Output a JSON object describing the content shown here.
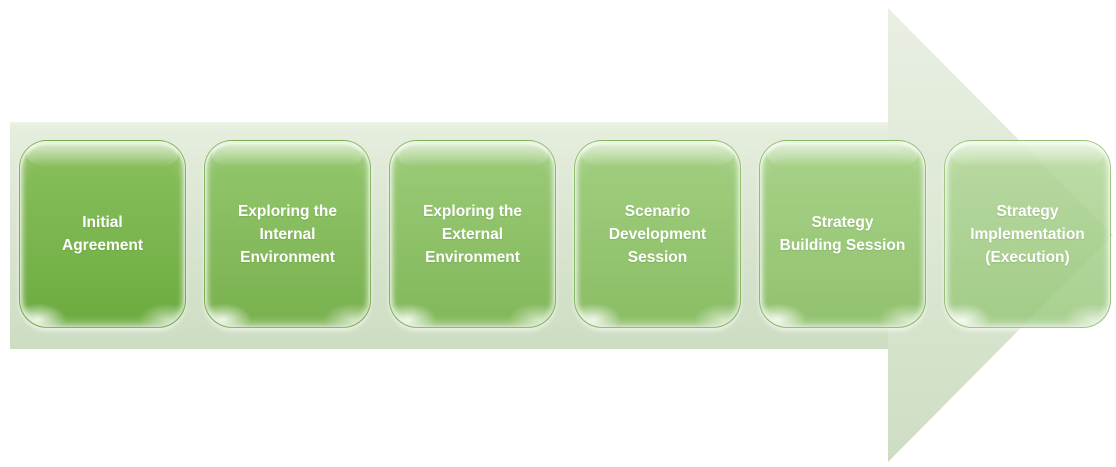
{
  "diagram": {
    "type": "process-arrow",
    "direction": "right",
    "colors": {
      "background": "#ffffff",
      "arrow_fill_top": "#e6eede",
      "arrow_fill_bottom": "#cdddc2",
      "step_text": "#ffffff"
    },
    "steps": [
      {
        "label": "Initial\nAgreement",
        "fill_top": "#8ac05e",
        "fill_bottom": "#6cab40"
      },
      {
        "label": "Exploring the\nInternal\nEnvironment",
        "fill_top": "#94c76e",
        "fill_bottom": "#79b14e"
      },
      {
        "label": "Exploring the\nExternal\nEnvironment",
        "fill_top": "#9bcb78",
        "fill_bottom": "#82b85a"
      },
      {
        "label": "Scenario\nDevelopment\nSession",
        "fill_top": "#a2cf81",
        "fill_bottom": "#8abd64"
      },
      {
        "label": "Strategy\nBuilding Session",
        "fill_top": "#a8d289",
        "fill_bottom": "#91c26e"
      },
      {
        "label": "Strategy\nImplementation\n(Execution)",
        "fill_top": "rgba(176,214,149,0.82)",
        "fill_bottom": "rgba(150,197,120,0.82)"
      }
    ]
  }
}
